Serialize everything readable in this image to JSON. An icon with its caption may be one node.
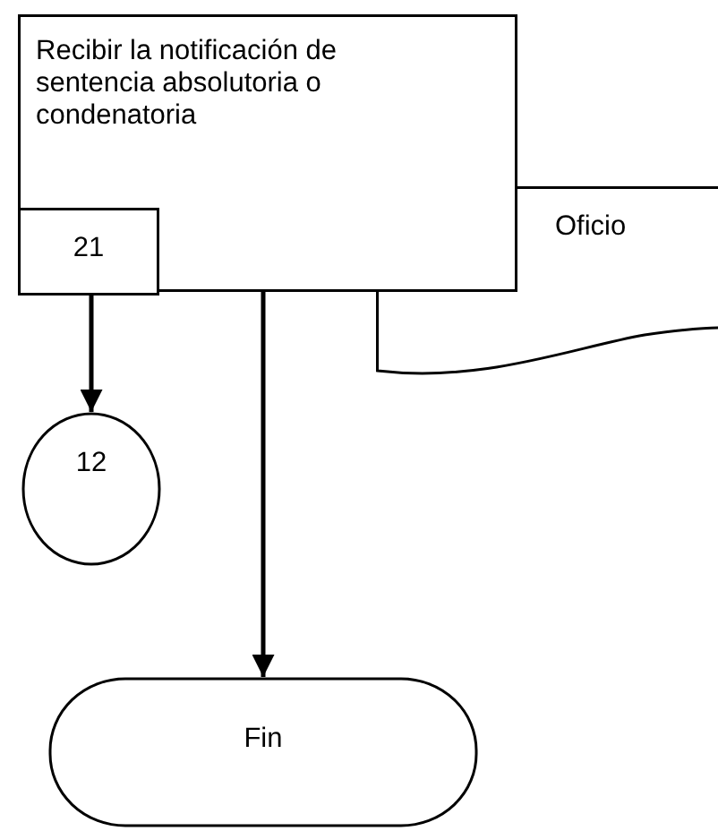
{
  "diagram": {
    "nodes": [
      {
        "text": [
          "Recibir la notificación de sentencia absolutoria o condenatoria"
        ]
      },
      {
        "text": [
          "21"
        ],
        "in": 0
      },
      {
        "text": [
          "Oficio"
        ]
      },
      {
        "text": [
          "12"
        ]
      },
      {
        "text": [
          "Fin"
        ]
      }
    ],
    "edges": [
      {
        "from": 1,
        "to": 3,
        "arrow": "to"
      },
      {
        "from": 0,
        "to": 4,
        "arrow": "to"
      }
    ]
  }
}
